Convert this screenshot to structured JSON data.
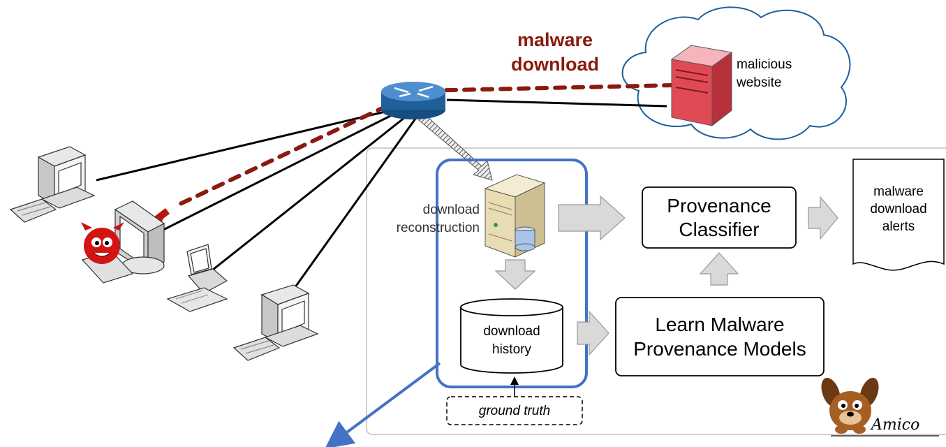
{
  "labels": {
    "malware_download": [
      "malware",
      "download"
    ],
    "malicious_website": [
      "malicious",
      "website"
    ],
    "download_reconstruction": [
      "download",
      "reconstruction"
    ],
    "provenance_classifier": [
      "Provenance",
      "Classifier"
    ],
    "alerts_doc": [
      "malware",
      "download",
      "alerts"
    ],
    "download_history": [
      "download",
      "history"
    ],
    "learn_models": [
      "Learn Malware",
      "Provenance Models"
    ],
    "ground_truth": "ground truth",
    "brand": "Amico"
  },
  "colors": {
    "malware_red": "#8b1a0e",
    "highlight_blue": "#4472c4",
    "router_blue": "#1f5f9a",
    "server_pink": "#e04a55",
    "server_beige": "#e8dcb5",
    "arrow_gray": "#d9d9d9",
    "frame_gray": "#bfbfbf"
  },
  "icons": [
    "router-icon",
    "malicious-server-icon",
    "cloud-icon",
    "desktop-computer-icon",
    "infected-computer-icon",
    "laptop-icon",
    "database-server-icon",
    "database-cylinder-icon",
    "devil-icon",
    "dog-mascot-icon"
  ]
}
